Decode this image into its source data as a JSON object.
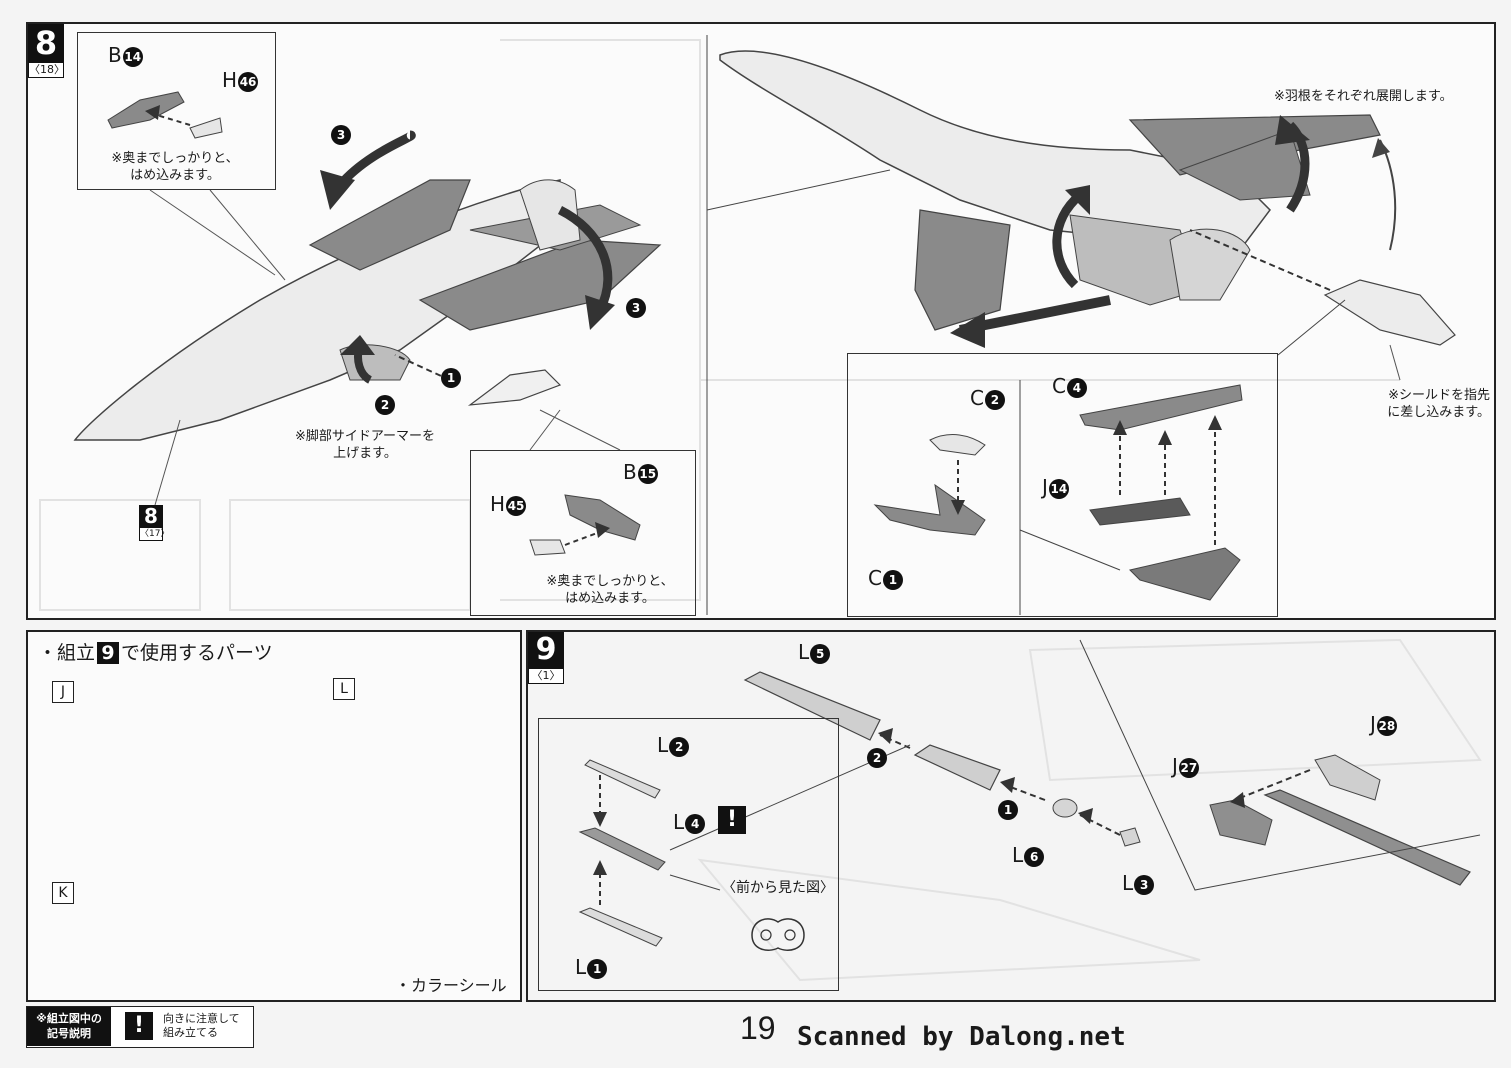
{
  "page_number": "19",
  "scan_credit": "Scanned by Dalong.net",
  "step8": {
    "number": "8",
    "ref": "〈18〉",
    "sub_ref_number": "8",
    "sub_ref": "〈17〉",
    "callouts": [
      "1",
      "2",
      "3",
      "3"
    ],
    "inset_top": {
      "part1": "B",
      "part1_num": "14",
      "part2": "H",
      "part2_num": "46",
      "note": "※奥までしっかりと、\nはめ込みます。"
    },
    "inset_bottom": {
      "part1": "B",
      "part1_num": "15",
      "part2": "H",
      "part2_num": "45",
      "note": "※奥までしっかりと、\nはめ込みます。"
    },
    "note_leg": "※脚部サイドアーマーを\n上げます。",
    "note_wings": "※羽根をそれぞれ展開します。",
    "note_shield": "※シールドを指先\nに差し込みます。",
    "shield_inset": {
      "c1": "C",
      "c1_num": "1",
      "c2": "C",
      "c2_num": "2",
      "c4": "C",
      "c4_num": "4",
      "j14": "J",
      "j14_num": "14"
    }
  },
  "parts_used": {
    "title_prefix": "・組立",
    "title_num": "9",
    "title_suffix": "で使用するパーツ",
    "runners": [
      "J",
      "L",
      "K"
    ],
    "color_seal": "・カラーシール"
  },
  "step9": {
    "number": "9",
    "ref": "〈1〉",
    "callouts": [
      "1",
      "2"
    ],
    "parts": {
      "l1": "L",
      "l1_num": "1",
      "l2": "L",
      "l2_num": "2",
      "l3": "L",
      "l3_num": "3",
      "l4": "L",
      "l4_num": "4",
      "l5": "L",
      "l5_num": "5",
      "l6": "L",
      "l6_num": "6",
      "j27": "J",
      "j27_num": "27",
      "j28": "J",
      "j28_num": "28"
    },
    "front_view": "〈前から見た図〉"
  },
  "legend": {
    "title": "※組立図中の\n記号説明",
    "icon": "!",
    "text": "向きに注意して\n組み立てる"
  }
}
